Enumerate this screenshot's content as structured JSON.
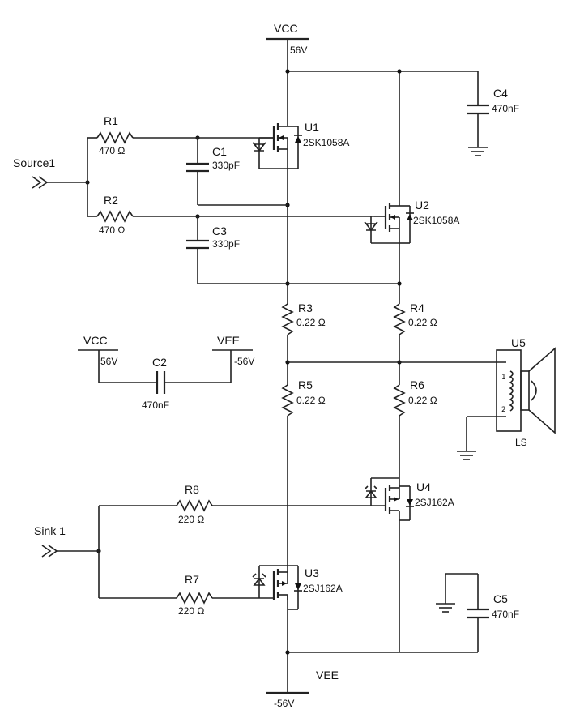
{
  "rails": {
    "vcc_top": {
      "name": "VCC",
      "voltage": "56V"
    },
    "vee_bottom": {
      "name": "VEE",
      "voltage": "-56V"
    },
    "vcc_small": {
      "name": "VCC",
      "voltage": "56V"
    },
    "vee_small": {
      "name": "VEE",
      "voltage": "-56V"
    }
  },
  "ports": {
    "source": "Source1",
    "sink": "Sink 1"
  },
  "resistors": {
    "R1": {
      "ref": "R1",
      "value": "470 Ω"
    },
    "R2": {
      "ref": "R2",
      "value": "470 Ω"
    },
    "R3": {
      "ref": "R3",
      "value": "0.22 Ω"
    },
    "R4": {
      "ref": "R4",
      "value": "0.22 Ω"
    },
    "R5": {
      "ref": "R5",
      "value": "0.22 Ω"
    },
    "R6": {
      "ref": "R6",
      "value": "0.22 Ω"
    },
    "R7": {
      "ref": "R7",
      "value": "220 Ω"
    },
    "R8": {
      "ref": "R8",
      "value": "220 Ω"
    }
  },
  "capacitors": {
    "C1": {
      "ref": "C1",
      "value": "330pF"
    },
    "C2": {
      "ref": "C2",
      "value": "470nF"
    },
    "C3": {
      "ref": "C3",
      "value": "330pF"
    },
    "C4": {
      "ref": "C4",
      "value": "470nF"
    },
    "C5": {
      "ref": "C5",
      "value": "470nF"
    }
  },
  "transistors": {
    "U1": {
      "ref": "U1",
      "part": "2SK1058A"
    },
    "U2": {
      "ref": "U2",
      "part": "2SK1058A"
    },
    "U3": {
      "ref": "U3",
      "part": "2SJ162A"
    },
    "U4": {
      "ref": "U4",
      "part": "2SJ162A"
    }
  },
  "speaker": {
    "ref": "U5",
    "type": "LS",
    "pin1": "1",
    "pin2": "2"
  }
}
